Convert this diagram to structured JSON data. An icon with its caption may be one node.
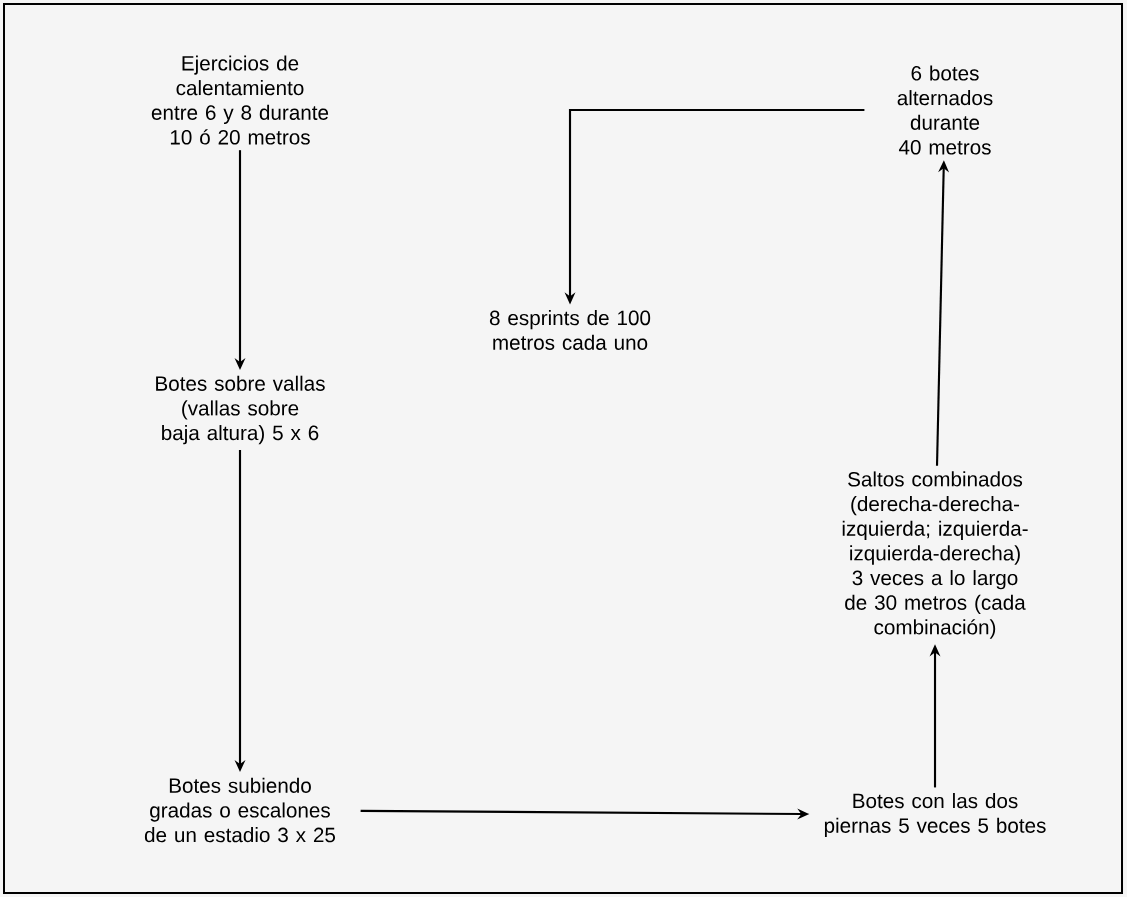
{
  "diagram": {
    "nodes": [
      {
        "text": [
          "Ejercicios de calentamiento entre 6 y 8 durante 10 ó 20 metros"
        ]
      },
      {
        "text": [
          "Botes sobre vallas (vallas sobre baja altura) 5 x 6"
        ]
      },
      {
        "text": [
          "Botes subiendo gradas o escalones de un estadio 3 x 25"
        ]
      },
      {
        "text": [
          "Botes con las dos piernas 5 veces 5 botes"
        ]
      },
      {
        "text": [
          "Saltos combinados (derecha-derecha-izquierda; izquierda-izquierda-derecha) 3 veces a lo largo de 30 metros (cada combinación)"
        ]
      },
      {
        "text": [
          "6 botes alternados durante 40 metros"
        ]
      },
      {
        "text": [
          "8 esprints de 100 metros cada uno"
        ]
      }
    ],
    "edges": [
      {
        "from": 0,
        "to": 1,
        "arrow": "to"
      },
      {
        "from": 1,
        "to": 2,
        "arrow": "to"
      },
      {
        "from": 2,
        "to": 3,
        "arrow": "to"
      },
      {
        "from": 3,
        "to": 4,
        "arrow": "to"
      },
      {
        "from": 4,
        "to": 5,
        "arrow": "to"
      },
      {
        "from": 5,
        "to": 6,
        "arrow": "to"
      }
    ]
  }
}
